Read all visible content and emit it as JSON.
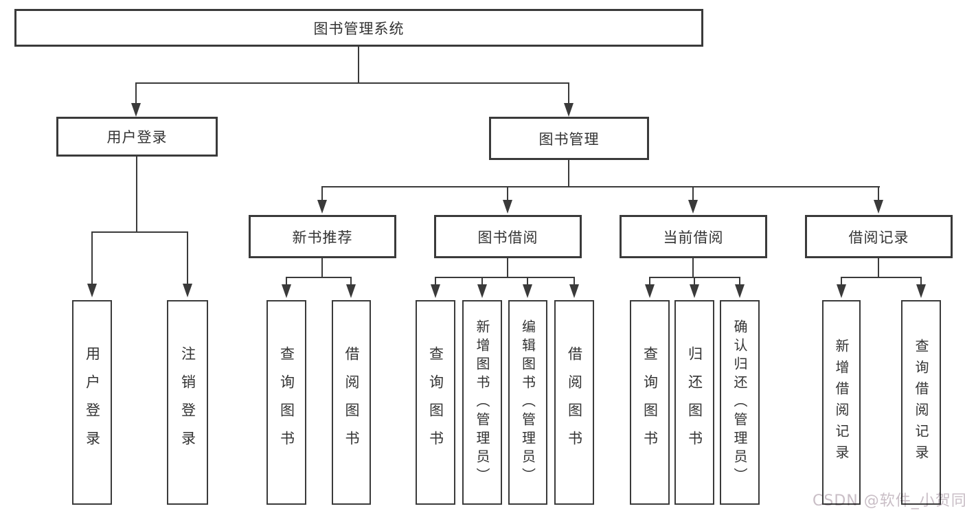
{
  "tree": {
    "root": "图书管理系统",
    "branches": [
      {
        "label": "用户登录",
        "children": [
          "用户登录",
          "注销登录"
        ]
      },
      {
        "label": "图书管理",
        "groups": [
          {
            "label": "新书推荐",
            "children": [
              "查询图书",
              "借阅图书"
            ]
          },
          {
            "label": "图书借阅",
            "children": [
              "查询图书",
              "新增图书（管理员）",
              "编辑图书（管理员）",
              "借阅图书"
            ]
          },
          {
            "label": "当前借阅",
            "children": [
              "查询图书",
              "归还图书",
              "确认归还（管理员）"
            ]
          },
          {
            "label": "借阅记录",
            "children": [
              "新增借阅记录",
              "查询借阅记录"
            ]
          }
        ]
      }
    ]
  },
  "watermark": {
    "text": "CSDN @软件_小贺同学"
  },
  "colors": {
    "line": "#3a3a3a",
    "text": "#333333",
    "background": "#ffffff",
    "watermark": "#c9bec6"
  }
}
